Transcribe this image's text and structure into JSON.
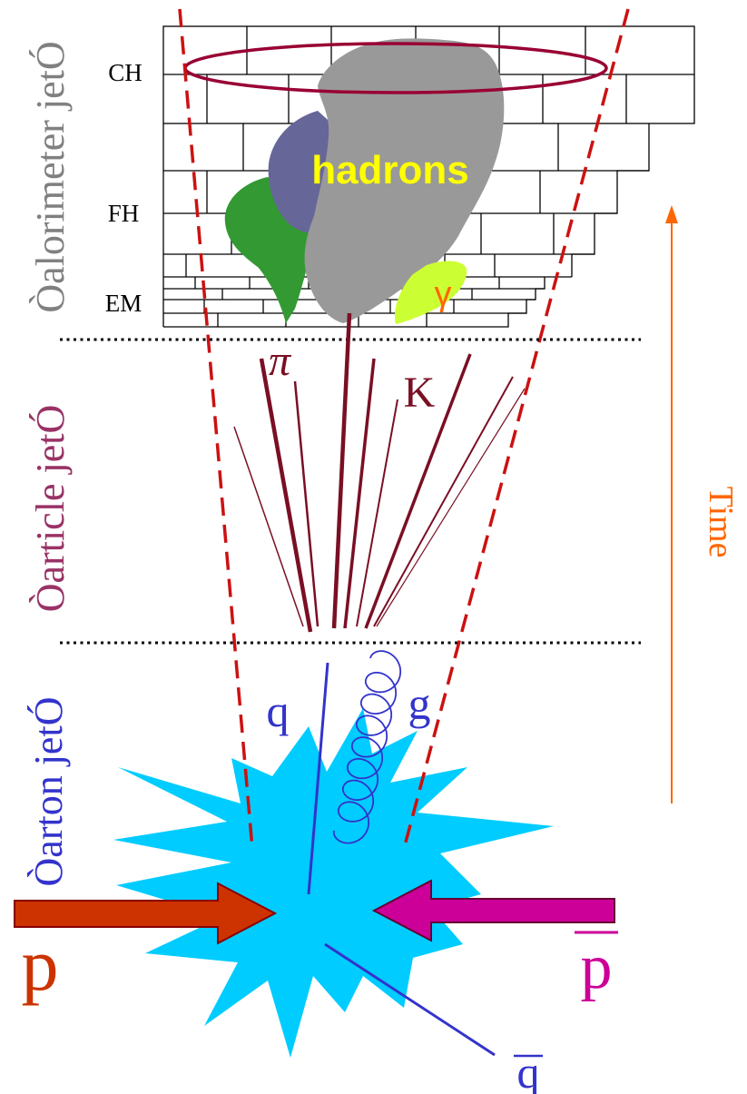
{
  "stages": {
    "calorimeter": "Òalorimeter jetÓ",
    "particle": "Òarticle jetÓ",
    "parton": "Òarton jetÓ"
  },
  "layers": {
    "ch": "CH",
    "fh": "FH",
    "em": "EM"
  },
  "labels": {
    "hadrons": "hadrons",
    "gamma": "γ",
    "pi": "π",
    "kaon": "K",
    "quark": "q",
    "gluon": "g",
    "proton": "p",
    "antiproton": "p",
    "antiquark": "q",
    "time": "Time"
  },
  "colors": {
    "stage_calorimeter": "#808080",
    "stage_particle": "#993366",
    "stage_parton": "#3333cc",
    "cone": "#cc1111",
    "ring": "#990033",
    "hadron_blob": "#999999",
    "blue_blob": "#666699",
    "green_blob": "#339933",
    "gamma_blob": "#ccff33",
    "gamma_text": "#ff6600",
    "hadrons_text": "#ffff00",
    "particle_tracks": "#7a0f24",
    "parton": "#3333cc",
    "star": "#00ccff",
    "proton": "#cc3300",
    "antiproton": "#cc0099",
    "time": "#ff6600"
  }
}
